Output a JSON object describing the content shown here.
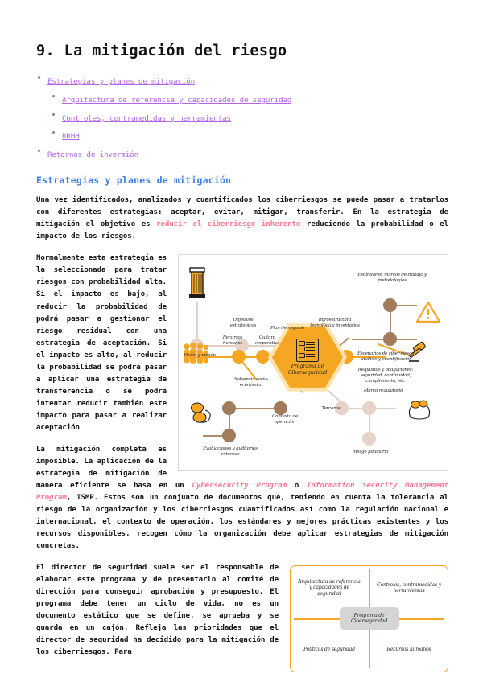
{
  "document": {
    "title": "9. La mitigación del riesgo"
  },
  "toc": {
    "items": [
      {
        "label": "Estrategias y planes de mitigación",
        "children": [
          {
            "label": "Arquitectura de referencia y capacidades de seguridad"
          },
          {
            "label": "Controles, contramedidas y herramientas"
          },
          {
            "label": "RRHH"
          }
        ]
      },
      {
        "label": "Retornos de inversión",
        "children": []
      }
    ]
  },
  "section": {
    "heading": "Estrategias y planes de mitigación",
    "paragraph1_a": "Una vez identificados, analizados y cuantificados los ciberriesgos se puede pasar a tratarlos con diferentes estrategias: aceptar, evitar, mitigar, transferir. En la estrategia de mitigación el objetivo es ",
    "paragraph1_highlight": "reducir el ciberriesgo inherente",
    "paragraph1_b": " reduciendo la probabilidad o el impacto de los riesgos.",
    "paragraph2": "Normalmente esta estrategia es la seleccionada para tratar riesgos con probabilidad alta. Si el impacto es bajo, al reducir la probabilidad de podrá pasar a gestionar el riesgo residual con una estrategia de aceptación. Si el impacto es alto, al reducir la probabilidad se podrá pasar a aplicar una estrategia de transferencia o se podrá intentar reducir también este impacto para pasar a realizar aceptación",
    "paragraph3_a": "La mitigación completa es imposible. La aplicación de la estrategia de mitigación de manera eficiente se basa en un ",
    "paragraph3_em1": "Cybersecurity Program",
    "paragraph3_mid": " o ",
    "paragraph3_em2": "Information Security Management Program",
    "paragraph3_b": ", ISMP. Estos son un conjunto de documentos que, teniendo en cuenta la tolerancia al riesgo de la organización y los ciberriesgos cuantificados así como la regulación nacional e internacional, el contexto de operación, los estándares y mejores prácticas existentes y los recursos disponibles, recogen cómo la organización debe aplicar estrategias de mitigación concretas.",
    "paragraph4": "El director de seguridad suele ser el responsable de elaborar este programa y de presentarlo al comité de dirección para conseguir aprobación y presupuesto. El programa debe tener un ciclo de vida, no es un documento estático que se define, se aprueba y se guarda en un cajón. Refleja las prioridades que el director de seguridad ha decidido para la mitigación de los ciberriesgos. Para"
  },
  "figure_mindmap": {
    "center": "Programa de Ciberseguridad",
    "labels": {
      "vision": "Visión y misión",
      "objetivos": "Objetivos estratégicos",
      "plan_negocio": "Plan de negocio",
      "infraestructura": "Infraestructura tecnológica inventarios",
      "estandares": "Estándares, marcos de trabajo y metodologías",
      "escenarios": "Escenarios de ciber-riesgo, análisis y cuantificación",
      "recursos_humanos": "Recursos humanos",
      "cultura": "Cultura corporativa",
      "solvencia": "Solvencia socio-económica",
      "contexto": "Contexto de operación",
      "evaluaciones": "Evaluaciones y auditorías externas",
      "requisitos": "Requisitos y obligaciones: seguridad, continuidad, cumplimiento, etc.",
      "marco": "Marco regulatorio",
      "terceros": "Terceros",
      "riesgo_fiduciario": "Riesgo fiduciario"
    },
    "icons": {
      "building": "building-icon",
      "warning": "warning-triangle-icon",
      "people": "people-group-icon",
      "coins": "coins-icon",
      "money_bag": "money-bag-icon",
      "gavel": "gavel-icon",
      "checklist": "checklist-icon"
    },
    "colors": {
      "accent": "#F5A623",
      "node_light": "#e6d2c7",
      "node_dark": "#a07b5c"
    }
  },
  "figure_quadrant": {
    "center": "Programa de Ciberseguridad",
    "quadrants": [
      "Arquitectura de referencia y capacidades de seguridad",
      "Controles, contramedidas y herramientas",
      "Políticas de seguridad",
      "Recursos humanos"
    ],
    "colors": {
      "border": "#F5A623",
      "center_fill": "#d5d5d5"
    }
  }
}
